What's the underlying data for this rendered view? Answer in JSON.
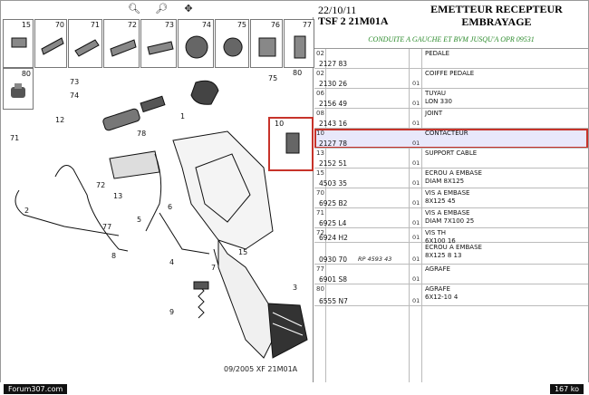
{
  "toolbar": {
    "zoom_in_icon": "zoom-in-icon",
    "zoom_out_icon": "zoom-out-icon",
    "pan_icon": "pan-icon"
  },
  "parts_strip": [
    {
      "num": "15"
    },
    {
      "num": "70"
    },
    {
      "num": "71"
    },
    {
      "num": "72"
    },
    {
      "num": "73"
    },
    {
      "num": "74"
    },
    {
      "num": "75"
    },
    {
      "num": "76"
    },
    {
      "num": "77"
    }
  ],
  "part80": {
    "num": "80"
  },
  "diagram": {
    "caption": "09/2005   XF 21M01A",
    "callouts": [
      "80",
      "73",
      "74",
      "75",
      "12",
      "1",
      "78",
      "10",
      "71",
      "72",
      "13",
      "2",
      "77",
      "5",
      "6",
      "7",
      "15",
      "4",
      "9",
      "3",
      "8"
    ]
  },
  "header": {
    "date": "22/10/11",
    "ref": "TSF 2 21M01A",
    "title_line1": "EMETTEUR RECEPTEUR",
    "title_line2": "EMBRAYAGE",
    "subtitle": "CONDUITE A GAUCHE ET BVM JUSQU'A OPR 09531"
  },
  "rows": [
    {
      "ref": "02",
      "code": "2127 83",
      "qty": "",
      "desc": "PEDALE",
      "desc2": "",
      "extra": ""
    },
    {
      "ref": "02",
      "code": "2130 26",
      "qty": "01",
      "desc": "COIFFE PEDALE",
      "desc2": "",
      "extra": ""
    },
    {
      "ref": "06",
      "code": "2156 49",
      "qty": "01",
      "desc": "TUYAU",
      "desc2": "LON 330",
      "extra": ""
    },
    {
      "ref": "08",
      "code": "2143 16",
      "qty": "01",
      "desc": "JOINT",
      "desc2": "",
      "extra": ""
    },
    {
      "ref": "10",
      "code": "2127 78",
      "qty": "01",
      "desc": "CONTACTEUR",
      "desc2": "",
      "extra": ""
    },
    {
      "ref": "13",
      "code": "2152 51",
      "qty": "01",
      "desc": "SUPPORT CABLE",
      "desc2": "",
      "extra": ""
    },
    {
      "ref": "15",
      "code": "4503 35",
      "qty": "01",
      "desc": "ECROU A EMBASE",
      "desc2": "DIAM 8X125",
      "extra": ""
    },
    {
      "ref": "70",
      "code": "6925 B2",
      "qty": "01",
      "desc": "VIS A EMBASE",
      "desc2": "8X125 45",
      "extra": ""
    },
    {
      "ref": "71",
      "code": "6925 L4",
      "qty": "01",
      "desc": "VIS A EMBASE",
      "desc2": "DIAM 7X100 25",
      "extra": ""
    },
    {
      "ref": "72",
      "code": "6924 H2",
      "qty": "01",
      "desc": "VIS TH",
      "desc2": "6X100 16",
      "extra": ""
    },
    {
      "ref": "",
      "code": "0930 70",
      "qty": "01",
      "desc": "ECROU A EMBASE",
      "desc2": "8X125 8 13",
      "extra": "RP 4593 43"
    },
    {
      "ref": "77",
      "code": "6901 S8",
      "qty": "01",
      "desc": "AGRAFE",
      "desc2": "",
      "extra": ""
    },
    {
      "ref": "80",
      "code": "6555 N7",
      "qty": "01",
      "desc": "AGRAFE",
      "desc2": "6X12-10 4",
      "extra": ""
    }
  ],
  "status": {
    "site": "Forum307.com",
    "size": "167 ko"
  }
}
